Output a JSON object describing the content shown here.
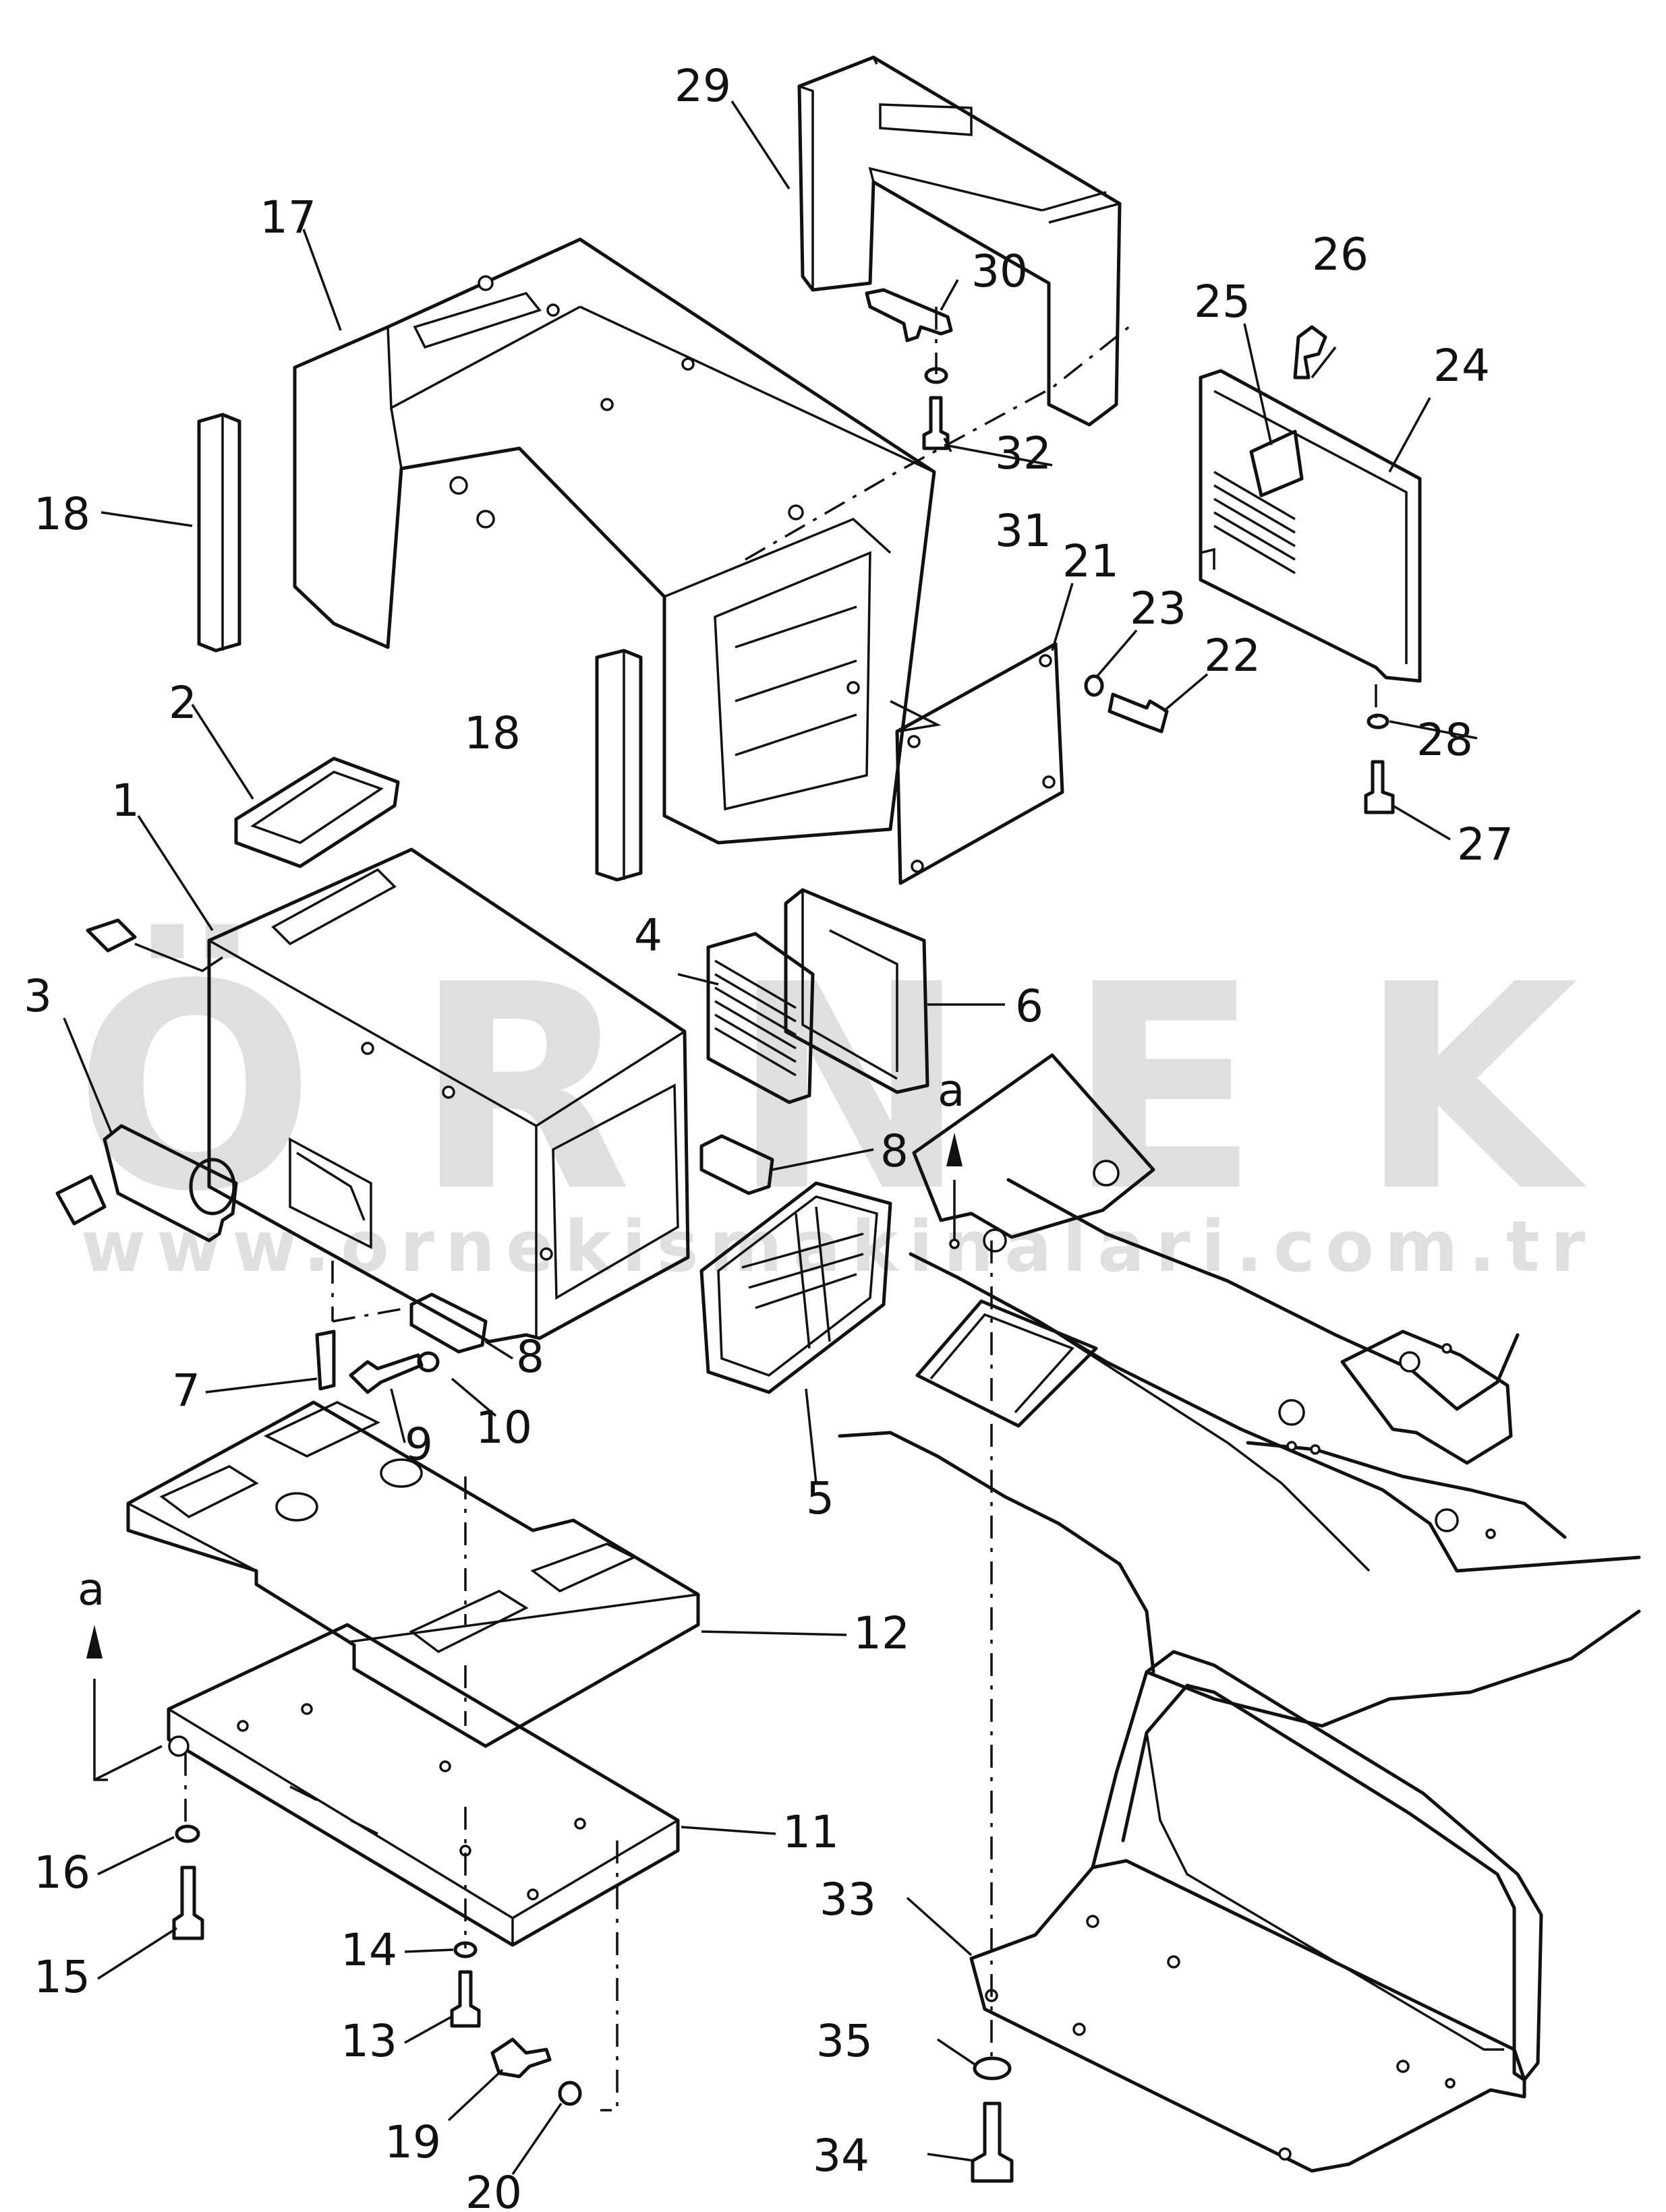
{
  "labels": {
    "l1": "1",
    "l2": "2",
    "l3": "3",
    "l4": "4",
    "l5": "5",
    "l6": "6",
    "l7": "7",
    "l8a": "8",
    "l8b": "8",
    "l9": "9",
    "l10": "10",
    "l11": "11",
    "l12": "12",
    "l13": "13",
    "l14": "14",
    "l15": "15",
    "l16": "16",
    "l17": "17",
    "l18a": "18",
    "l18b": "18",
    "l19": "19",
    "l20": "20",
    "l21": "21",
    "l22": "22",
    "l23": "23",
    "l24": "24",
    "l25": "25",
    "l26": "26",
    "l27": "27",
    "l28": "28",
    "l29": "29",
    "l30": "30",
    "l31": "31",
    "l32": "32",
    "l33": "33",
    "l34": "34",
    "l35": "35",
    "a1": "a",
    "a2": "a"
  },
  "watermark": {
    "logo": "ÖRNEK",
    "url": "www.ornekismakinalari.com.tr"
  }
}
